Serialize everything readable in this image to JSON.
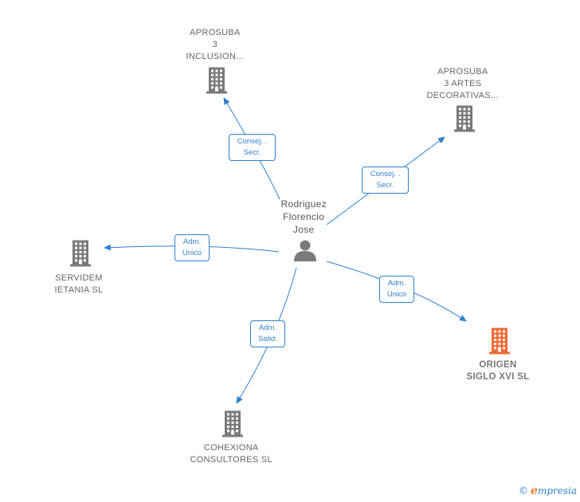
{
  "colors": {
    "edge": "#2f80d1",
    "company": "#7a7a7a",
    "company_highlight": "#f26a35",
    "person": "#7a7a7a"
  },
  "center": {
    "name_lines": [
      "Rodriguez",
      "Florencio",
      "Jose"
    ],
    "icon": "person-icon"
  },
  "companies": [
    {
      "id": "aprosuba-3-inclusion",
      "lines": [
        "APROSUBA",
        "3",
        "INCLUSION..."
      ],
      "icon": "building-icon",
      "highlight": false
    },
    {
      "id": "aprosuba-3-artes",
      "lines": [
        "APROSUBA",
        "3 ARTES",
        "DECORATIVAS..."
      ],
      "icon": "building-icon",
      "highlight": false
    },
    {
      "id": "servidem-ietania",
      "lines": [
        "SERVIDEM",
        "IETANIA SL"
      ],
      "icon": "building-icon",
      "highlight": false
    },
    {
      "id": "origen-siglo-xvi",
      "lines": [
        "ORIGEN",
        "SIGLO XVI  SL"
      ],
      "icon": "building-icon",
      "highlight": true
    },
    {
      "id": "cohexiona-consultores",
      "lines": [
        "COHEXIONA",
        "CONSULTORES SL"
      ],
      "icon": "building-icon",
      "highlight": false
    }
  ],
  "edges": [
    {
      "to": "aprosuba-3-inclusion",
      "lines": [
        "Consej. .",
        "Secr."
      ]
    },
    {
      "to": "aprosuba-3-artes",
      "lines": [
        "Consej. .",
        "Secr."
      ]
    },
    {
      "to": "servidem-ietania",
      "lines": [
        "Adm.",
        "Unico"
      ]
    },
    {
      "to": "origen-siglo-xvi",
      "lines": [
        "Adm.",
        "Unico"
      ]
    },
    {
      "to": "cohexiona-consultores",
      "lines": [
        "Adm.",
        "Solid."
      ]
    }
  ],
  "brand": {
    "copyright": "©",
    "initial": "e",
    "rest": "mpresia"
  }
}
